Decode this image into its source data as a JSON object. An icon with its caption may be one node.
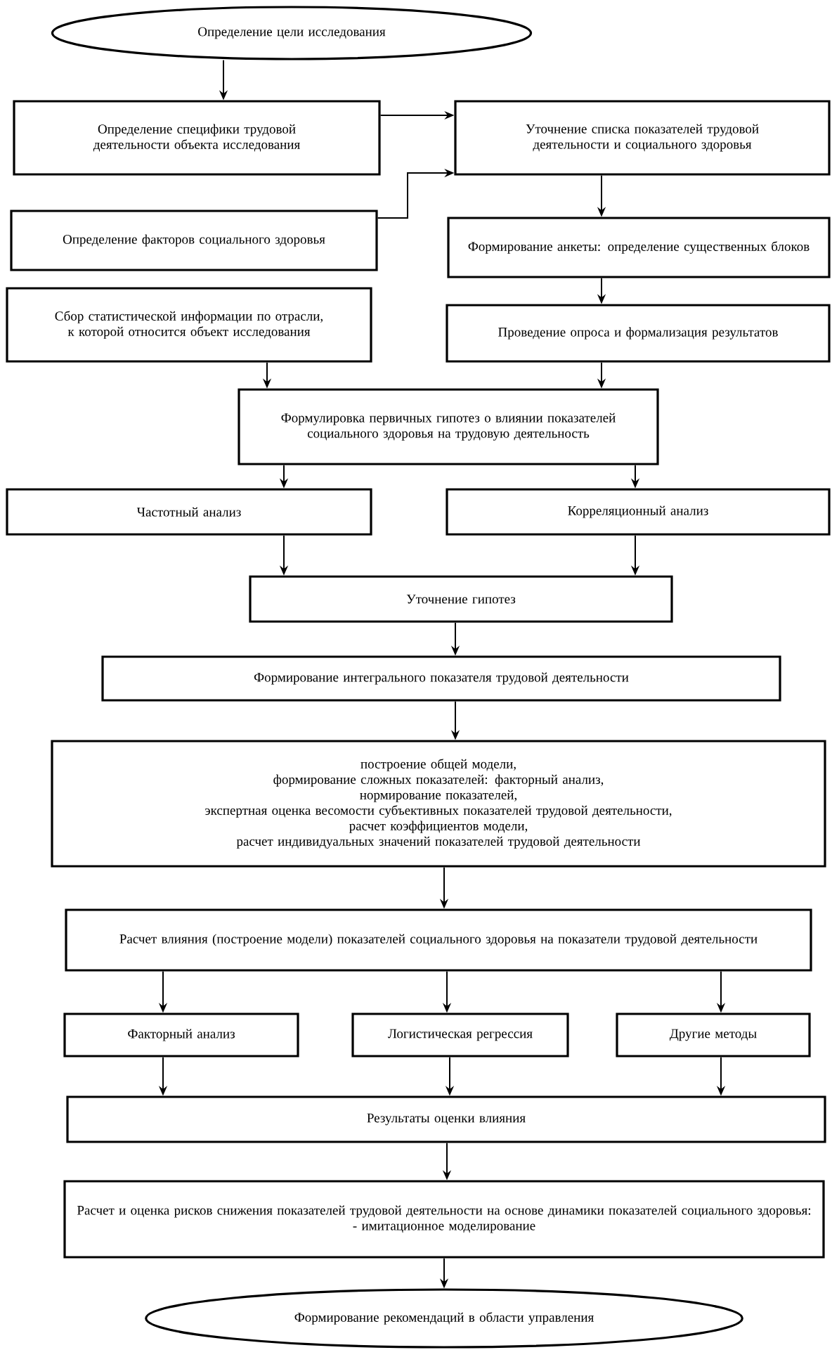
{
  "diagram": {
    "nodes": [
      {
        "text": [
          "Определение цели исследования"
        ]
      },
      {
        "text": [
          "Определение специфики трудовой деятельности объекта исследования"
        ]
      },
      {
        "text": [
          "Уточнение списка показателей трудовой деятельности и социального здоровья"
        ]
      },
      {
        "text": [
          "Определение факторов социального здоровья"
        ]
      },
      {
        "text": [
          "Формирование анкеты: определение существенных блоков"
        ]
      },
      {
        "text": [
          "Сбор статистической информации по отрасли, к которой относится объект исследования"
        ]
      },
      {
        "text": [
          "Проведение опроса и формализация результатов"
        ]
      },
      {
        "text": [
          "Формулировка первичных гипотез о влиянии показателей социального здоровья на трудовую деятельность"
        ]
      },
      {
        "text": [
          "Частотный анализ"
        ]
      },
      {
        "text": [
          "Корреляционный анализ"
        ]
      },
      {
        "text": [
          "Уточнение гипотез"
        ]
      },
      {
        "text": [
          "Формирование интегрального показателя трудовой деятельности"
        ]
      },
      {
        "text": [
          "построение общей модели,",
          "формирование сложных показателей: факторный анализ,",
          "нормирование показателей,",
          "экспертная оценка весомости субъективных показателей трудовой деятельности,",
          "расчет коэффициентов модели,",
          "расчет индивидуальных значений показателей трудовой деятельности"
        ]
      },
      {
        "text": [
          "Расчет влияния (построение модели) показателей социального здоровья на показатели трудовой деятельности"
        ]
      },
      {
        "text": [
          "Факторный анализ"
        ]
      },
      {
        "text": [
          "Логистическая регрессия"
        ]
      },
      {
        "text": [
          "Другие методы"
        ]
      },
      {
        "text": [
          "Результаты оценки влияния"
        ]
      },
      {
        "text": [
          "Расчет и оценка рисков снижения показателей трудовой деятельности на основе динамики показателей социального здоровья:",
          "- имитационное моделирование"
        ]
      },
      {
        "text": [
          "Формирование рекомендаций в области управления"
        ]
      }
    ],
    "edges": [
      {
        "from": 0,
        "to": 1,
        "arrow": "to"
      },
      {
        "from": 1,
        "to": 2,
        "arrow": "to"
      },
      {
        "from": 3,
        "to": 2,
        "arrow": "to"
      },
      {
        "from": 2,
        "to": 4,
        "arrow": "to"
      },
      {
        "from": 4,
        "to": 6,
        "arrow": "to"
      },
      {
        "from": 5,
        "to": 7,
        "arrow": "to"
      },
      {
        "from": 6,
        "to": 7,
        "arrow": "to"
      },
      {
        "from": 7,
        "to": 8,
        "arrow": "to"
      },
      {
        "from": 7,
        "to": 9,
        "arrow": "to"
      },
      {
        "from": 8,
        "to": 10,
        "arrow": "to"
      },
      {
        "from": 9,
        "to": 10,
        "arrow": "to"
      },
      {
        "from": 10,
        "to": 11,
        "arrow": "to"
      },
      {
        "from": 11,
        "to": 12,
        "arrow": "to"
      },
      {
        "from": 12,
        "to": 13,
        "arrow": "to"
      },
      {
        "from": 13,
        "to": 14,
        "arrow": "to"
      },
      {
        "from": 13,
        "to": 15,
        "arrow": "to"
      },
      {
        "from": 13,
        "to": 16,
        "arrow": "to"
      },
      {
        "from": 14,
        "to": 17,
        "arrow": "to"
      },
      {
        "from": 15,
        "to": 17,
        "arrow": "to"
      },
      {
        "from": 16,
        "to": 17,
        "arrow": "to"
      },
      {
        "from": 17,
        "to": 18,
        "arrow": "to"
      },
      {
        "from": 18,
        "to": 19,
        "arrow": "to"
      }
    ]
  }
}
